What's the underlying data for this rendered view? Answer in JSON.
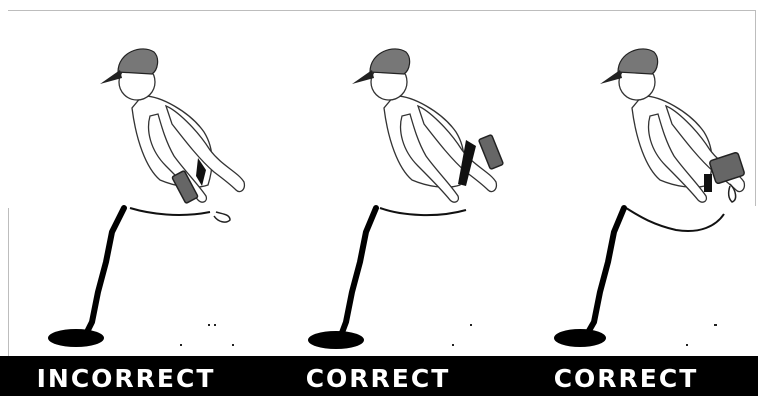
{
  "colors": {
    "background": "#ffffff",
    "cap": "#777777",
    "outline": "#222222",
    "label_bar": "#000000",
    "label_text": "#ffffff",
    "control_box": "#666666"
  },
  "panels": [
    {
      "label": "INCORRECT",
      "control_box": "hip-front-icon"
    },
    {
      "label": "CORRECT",
      "control_box": "elbow-icon"
    },
    {
      "label": "CORRECT",
      "control_box": "waist-icon"
    }
  ]
}
